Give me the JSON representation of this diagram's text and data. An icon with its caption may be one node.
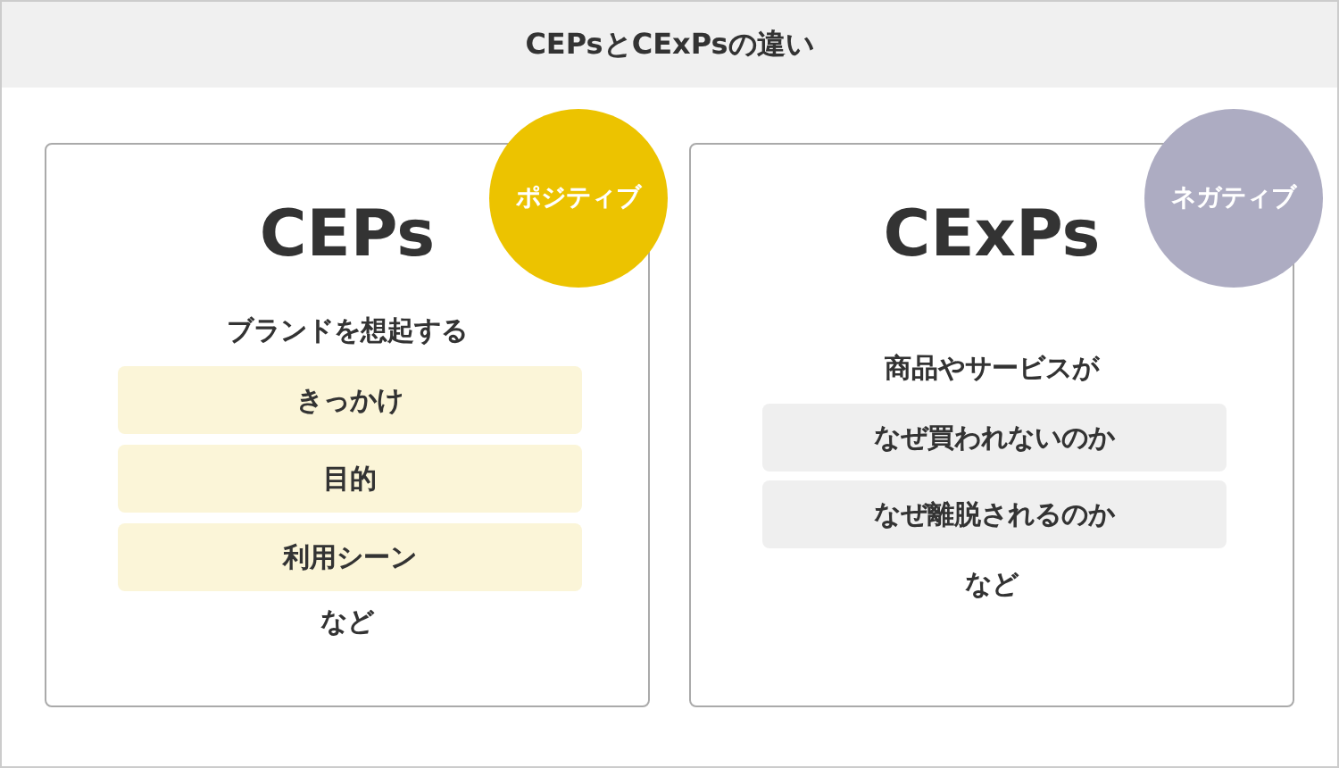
{
  "diagram": {
    "title": "CEPsとCExPsの違い",
    "nodes": [
      {
        "text": [
          "CEPs",
          "ブランドを想起する",
          "など"
        ]
      },
      {
        "text": [
          "ポジティブ"
        ]
      },
      {
        "text": [
          "きっかけ"
        ],
        "in": 0
      },
      {
        "text": [
          "目的"
        ],
        "in": 0
      },
      {
        "text": [
          "利用シーン"
        ],
        "in": 0
      },
      {
        "text": [
          "CExPs",
          "商品やサービスが",
          "など"
        ]
      },
      {
        "text": [
          "ネガティブ"
        ]
      },
      {
        "text": [
          "なぜ買われないのか"
        ],
        "in": 5
      },
      {
        "text": [
          "なぜ離脱されるのか"
        ],
        "in": 5
      }
    ]
  }
}
